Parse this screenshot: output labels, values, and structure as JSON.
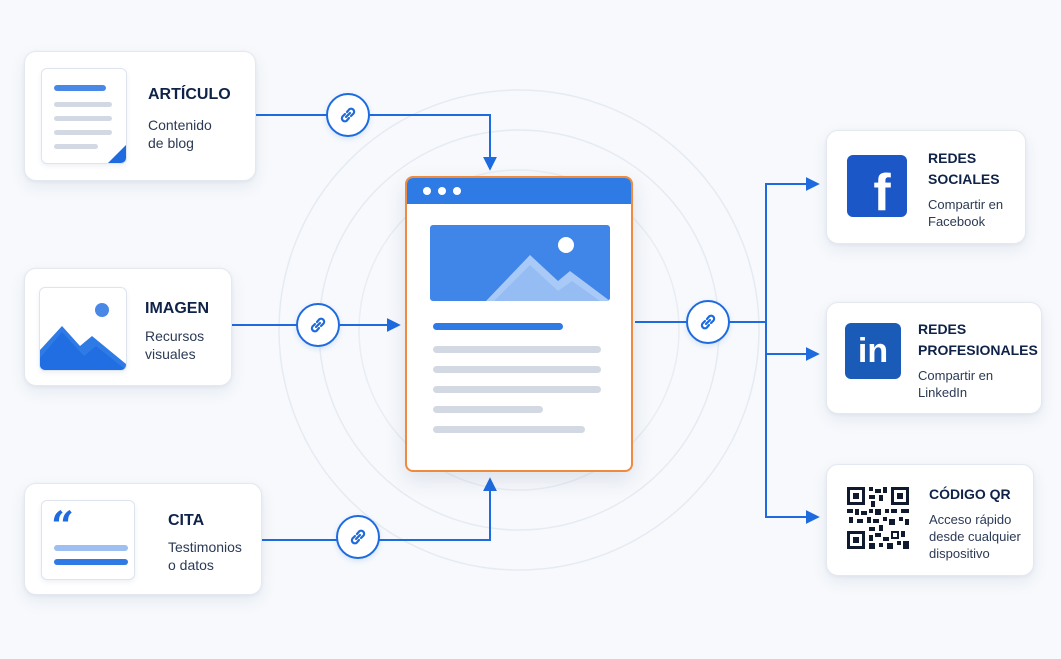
{
  "sources": [
    {
      "title": "ARTÍCULO",
      "desc_lines": [
        "Contenido",
        "de blog"
      ],
      "icon": "document-icon"
    },
    {
      "title": "IMAGEN",
      "desc_lines": [
        "Recursos",
        "visuales"
      ],
      "icon": "image-icon"
    },
    {
      "title": "CITA",
      "desc_lines": [
        "Testimonios",
        "o datos"
      ],
      "icon": "quote-icon",
      "quote_mark": "“"
    }
  ],
  "hub": {
    "icon": "browser-page-icon"
  },
  "destinations": [
    {
      "title_lines": [
        "REDES",
        "SOCIALES"
      ],
      "desc_lines": [
        "Compartir en",
        "Facebook"
      ],
      "icon": "facebook-icon",
      "logo_text": "f",
      "brand_color": "#1b57c7"
    },
    {
      "title_lines": [
        "REDES",
        "PROFESIONALES"
      ],
      "desc_lines": [
        "Compartir en",
        "LinkedIn"
      ],
      "icon": "linkedin-icon",
      "logo_text": "in",
      "brand_color": "#1a5bb8"
    },
    {
      "title_lines": [
        "CÓDIGO QR"
      ],
      "desc_lines": [
        "Acceso rápido",
        "desde cualquier",
        "dispositivo"
      ],
      "icon": "qr-code-icon"
    }
  ],
  "colors": {
    "accent": "#1e6be0",
    "hub_border": "#f08a3c",
    "title_text": "#0f2247",
    "background": "#f7f9fc"
  }
}
